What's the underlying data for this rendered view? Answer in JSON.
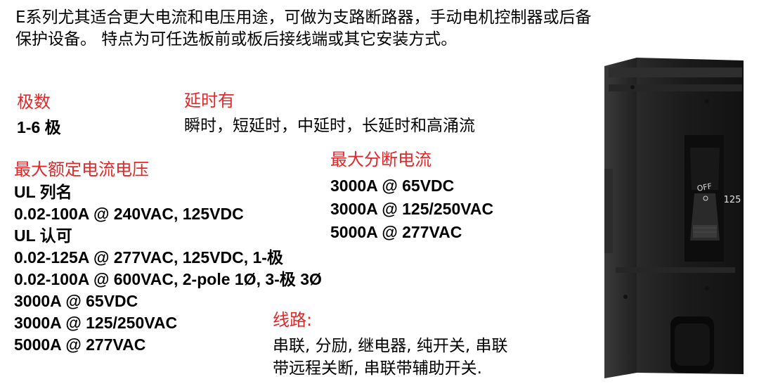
{
  "intro": {
    "line1": "E系列尤其适合更大电流和电压用途，可做为支路断路器，手动电机控制器或后备",
    "line2": "保护设备。 特点为可任选板前或板后接线端或其它安装方式。"
  },
  "poles": {
    "heading": "极数",
    "value": "1-6 极"
  },
  "delay": {
    "heading": "延时有",
    "value": "瞬时，短延时，中延时，长延时和高涌流"
  },
  "max_rating": {
    "heading": "最大额定电流电压",
    "lines": [
      "UL 列名",
      "0.02-100A @ 240VAC, 125VDC",
      "UL 认可",
      "0.02-125A @ 277VAC, 125VDC, 1-极",
      "0.02-100A @ 600VAC, 2-pole 1Ø, 3-极 3Ø",
      "3000A @ 65VDC",
      "3000A @ 125/250VAC",
      "5000A @ 277VAC"
    ]
  },
  "max_breaking": {
    "heading": "最大分断电流",
    "lines": [
      "3000A @ 65VDC",
      "3000A @ 125/250VAC",
      "5000A @ 277VAC"
    ]
  },
  "circuits": {
    "heading": "线路:",
    "line1": "串联, 分励, 继电器, 纯开关, 串联",
    "line2": "带远程关断, 串联带辅助开关."
  },
  "product": {
    "toggle_label": "OFF",
    "rating_label": "125",
    "body_color": "#1f1f1f"
  }
}
